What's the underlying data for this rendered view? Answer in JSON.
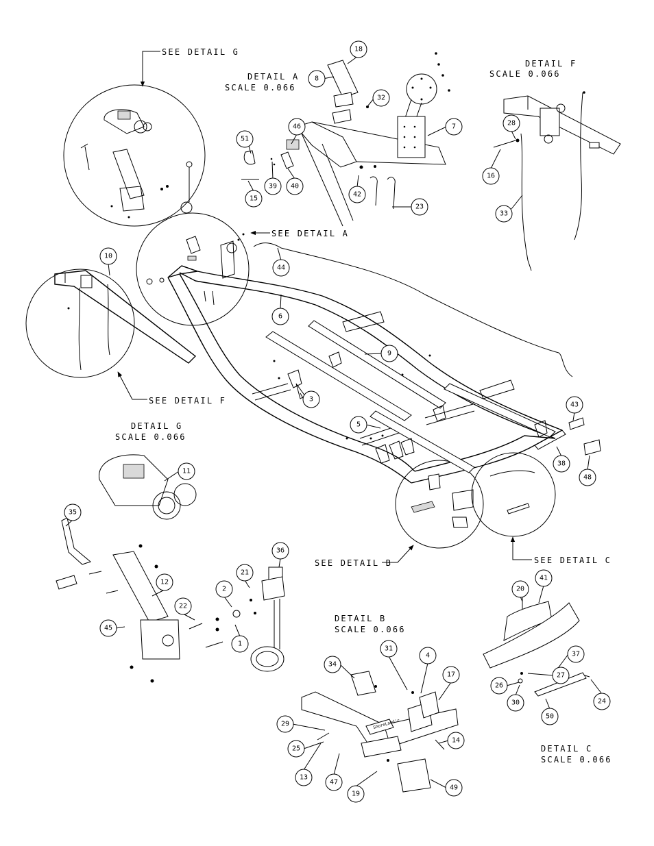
{
  "callouts": {
    "see_detail_g": "SEE DETAIL G",
    "see_detail_a": "SEE DETAIL A",
    "see_detail_f": "SEE DETAIL F",
    "see_detail_b": "SEE DETAIL B",
    "see_detail_c": "SEE DETAIL C"
  },
  "details": {
    "a": {
      "title": "DETAIL A",
      "scale": "SCALE 0.066"
    },
    "f": {
      "title": "DETAIL F",
      "scale": "SCALE 0.066"
    },
    "g": {
      "title": "DETAIL G",
      "scale": "SCALE 0.066"
    },
    "b": {
      "title": "DETAIL B",
      "scale": "SCALE 0.066"
    },
    "c": {
      "title": "DETAIL C",
      "scale": "SCALE 0.066"
    }
  },
  "brand_label": "ShoreLand'r",
  "parts": {
    "p1": "1",
    "p2": "2",
    "p3": "3",
    "p4": "4",
    "p5": "5",
    "p6": "6",
    "p7": "7",
    "p8": "8",
    "p9": "9",
    "p10": "10",
    "p11": "11",
    "p12": "12",
    "p13": "13",
    "p14": "14",
    "p15": "15",
    "p16": "16",
    "p17": "17",
    "p18": "18",
    "p19": "19",
    "p20": "20",
    "p21": "21",
    "p22": "22",
    "p23": "23",
    "p24": "24",
    "p25": "25",
    "p26": "26",
    "p27": "27",
    "p28": "28",
    "p29": "29",
    "p30": "30",
    "p31": "31",
    "p32": "32",
    "p33": "33",
    "p34": "34",
    "p35": "35",
    "p36": "36",
    "p37": "37",
    "p38": "38",
    "p39": "39",
    "p40": "40",
    "p41": "41",
    "p42": "42",
    "p43": "43",
    "p44": "44",
    "p45": "45",
    "p46": "46",
    "p47": "47",
    "p48": "48",
    "p49": "49",
    "p50": "50",
    "p51": "51"
  }
}
